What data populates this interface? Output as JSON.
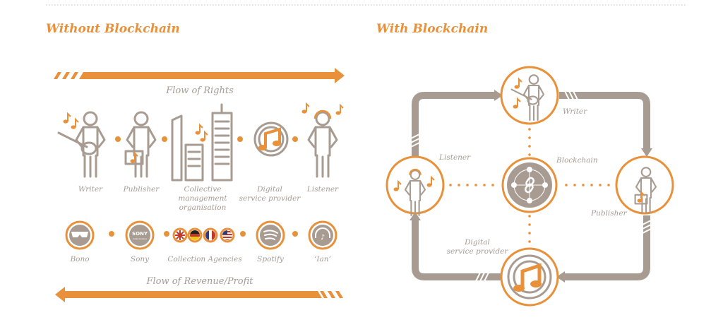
{
  "left": {
    "title": "Without Blockchain",
    "flow_rights": "Flow of Rights",
    "flow_revenue": "Flow of Revenue/Profit",
    "roles": [
      "Writer",
      "Publisher",
      "Collective",
      "management",
      "organisation",
      "Digital",
      "service provider",
      "Listener"
    ],
    "examples": [
      "Bono",
      "Sony",
      "Collection Agencies",
      "Spotify",
      "‘Ian’"
    ],
    "sony_logo": "SONY",
    "sony_tagline": "make.believe"
  },
  "right": {
    "title": "With Blockchain",
    "nodes": {
      "writer": "Writer",
      "listener": "Listener",
      "blockchain": "Blockchain",
      "publisher": "Publisher",
      "dsp_1": "Digital",
      "dsp_2": "service provider"
    }
  },
  "colors": {
    "accent": "#E8913A",
    "gray": "#A89C92"
  }
}
